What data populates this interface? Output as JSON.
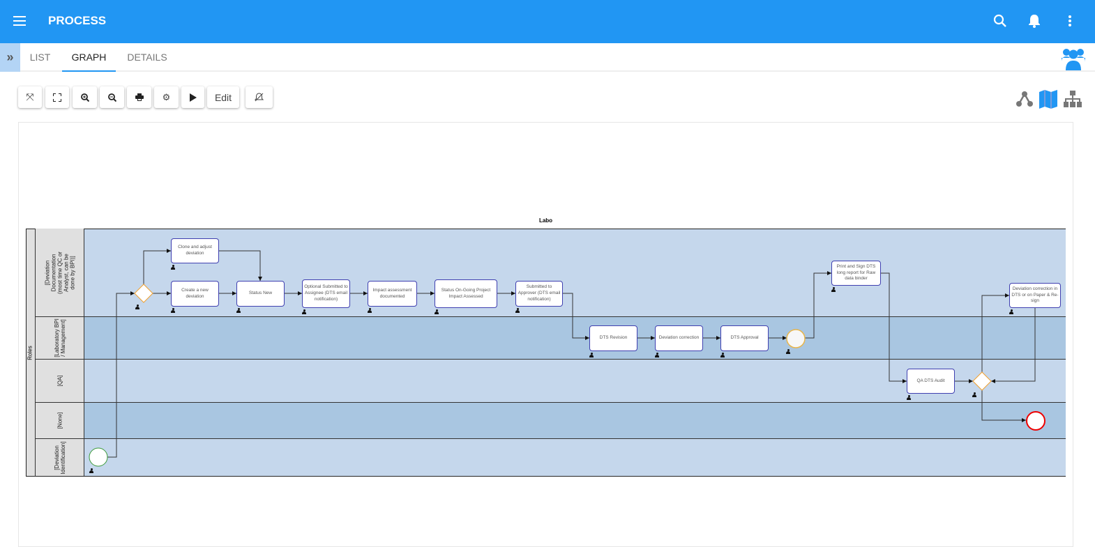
{
  "appbar": {
    "title": "PROCESS",
    "icons": [
      "menu-icon",
      "search-icon",
      "bell-icon",
      "more-vert-icon"
    ]
  },
  "tabs": [
    {
      "label": "LIST"
    },
    {
      "label": "GRAPH",
      "active": true
    },
    {
      "label": "DETAILS"
    }
  ],
  "toolbar": {
    "edit_label": "Edit",
    "icons": [
      "fit-icon",
      "fullscreen-icon",
      "zoom-in-icon",
      "zoom-out-icon",
      "print-icon",
      "settings-icon",
      "play-icon",
      "notifications-off-icon"
    ]
  },
  "view_icons": [
    "graph-view-icon",
    "map-view-icon",
    "hierarchy-view-icon"
  ],
  "colors": {
    "primary": "#2196f3",
    "lane_light": "#c5d7ec",
    "lane_dark": "#a9c6e1"
  },
  "diagram": {
    "pool_title": "Labo",
    "roles_label": "Roles",
    "lanes": [
      "[Deviation Documentation (most time QC or Analyst, can be done by BPI)]",
      "[Laboratory BPI / Management]",
      "[QA]",
      "[None]",
      "[Deviation Identification]"
    ],
    "tasks": {
      "clone": "Clone and adjust deviation",
      "create": "Create a new deviation",
      "status_new": "Status New",
      "optional": "Optional Submitted to Assignee (DTS email notification)",
      "impact": "Impact assessment documented",
      "ongoing": "Status On-Going Project Impact Assessed",
      "submitted": "Submitted to Approver (DTS email notification)",
      "revision": "DTS Revision",
      "dev_corr": "Deviation correction",
      "approval": "DTS Approval",
      "print": "Print and Sign DTS long report for Raw data binder",
      "dev_corr_dts": "Deviation correction in DTS or on Paper & Re-sign",
      "qa_audit": "QA DTS Audit"
    }
  }
}
